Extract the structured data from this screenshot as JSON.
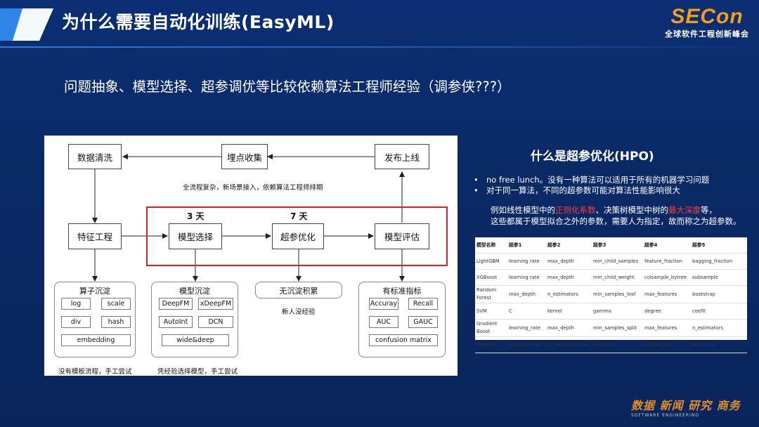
{
  "header": {
    "title": "为什么需要自动化训练(EasyML)",
    "logo_main": "SECon",
    "logo_sub": "全球软件工程创新峰会"
  },
  "subtitle": "问题抽象、模型选择、超参调优等比较依赖算法工程师经验（调参侠???）",
  "diagram": {
    "boxes": {
      "data_clean": "数据清洗",
      "tracking": "埋点收集",
      "release": "发布上线",
      "feature": "特征工程",
      "model_select": "模型选择",
      "hpo": "超参优化",
      "evaluate": "模型评估"
    },
    "note_top": "全流程复杂，新场景接入，依赖算法工程师排期",
    "days_model": "3 天",
    "days_hpo": "7 天",
    "groups": {
      "operators": {
        "title": "算子沉淀",
        "items": [
          "log",
          "scale",
          "div",
          "hash",
          "embedding"
        ],
        "note": "没有模板流程，手工尝试"
      },
      "models": {
        "title": "模型沉淀",
        "items": [
          "DeepFM",
          "xDeepFM",
          "AutoInt",
          "DCN",
          "wide&deep"
        ],
        "note": "凭经验选择模型，手工尝试"
      },
      "no_accum": {
        "title": "无沉淀积累",
        "note": "新人没经验"
      },
      "metrics": {
        "title": "有标准指标",
        "items": [
          "Accuray",
          "Recall",
          "AUC",
          "GAUC",
          "confusion matrix"
        ]
      }
    }
  },
  "hpo": {
    "title": "什么是超参优化(HPO)",
    "bullets": [
      "no free lunch。没有一种算法可以适用于所有的机器学习问题",
      "对于同一算法，不同的超参数可能对算法性能影响很大"
    ],
    "example": {
      "p1": "例如线性模型中的",
      "h1": "正则化系数",
      "p2": "、决策树模型中树的",
      "h2": "最大深度",
      "p3": "等，",
      "line2": "这些都属于模型拟合之外的参数，需要人为指定，故而称之为超参数。"
    },
    "table": {
      "headers": [
        "模型名称",
        "超参1",
        "超参2",
        "超参3",
        "超参4",
        "超参5"
      ],
      "rows": [
        [
          "LightGBM",
          "learning rate",
          "max_depth",
          "min_child_samples",
          "feature_fraction",
          "bagging_fraction"
        ],
        [
          "XGBoost",
          "learning rate",
          "max_depth",
          "min_child_weight",
          "colsample_bytree",
          "subsample"
        ],
        [
          "Random Forest",
          "max_depth",
          "n_estimators",
          "min_samples_leaf",
          "max_features",
          "bootstrap"
        ],
        [
          "SVM",
          "C",
          "kernel",
          "gamma",
          "degree",
          "coef0"
        ],
        [
          "Gradient Boost",
          "learning_rate",
          "max_depth",
          "min_samples_split",
          "max_features",
          "n_estimators"
        ],
        [
          "DeepFM",
          "learning_rate",
          "l2_regularization",
          "n_factors",
          "hidden_size",
          "activation"
        ]
      ]
    }
  },
  "watermark": {
    "main": "数据 新闻 研究 商务",
    "sub": "SOFTWARE ENGINEERING"
  },
  "colors": {
    "background": "#0a2a66",
    "accent_orange": "#f39c1f",
    "highlight_red": "#ff3b3b",
    "frame_red": "#e02020"
  }
}
